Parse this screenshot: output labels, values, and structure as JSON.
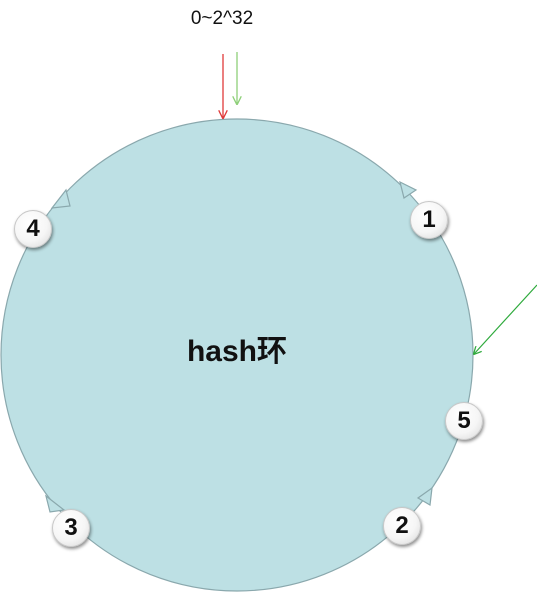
{
  "range_label": "0~2^32",
  "ring_label": "hash环",
  "colors": {
    "ring_fill": "#bde0e4",
    "ring_stroke": "#8aa8ad",
    "arrow_red": "#e03a3a",
    "arrow_green": "#8fd07a",
    "arrow_green_dark": "#2eaa3c"
  },
  "nodes": [
    {
      "id": "node-1",
      "label": "1"
    },
    {
      "id": "node-2",
      "label": "2"
    },
    {
      "id": "node-3",
      "label": "3"
    },
    {
      "id": "node-4",
      "label": "4"
    },
    {
      "id": "node-5",
      "label": "5"
    }
  ]
}
